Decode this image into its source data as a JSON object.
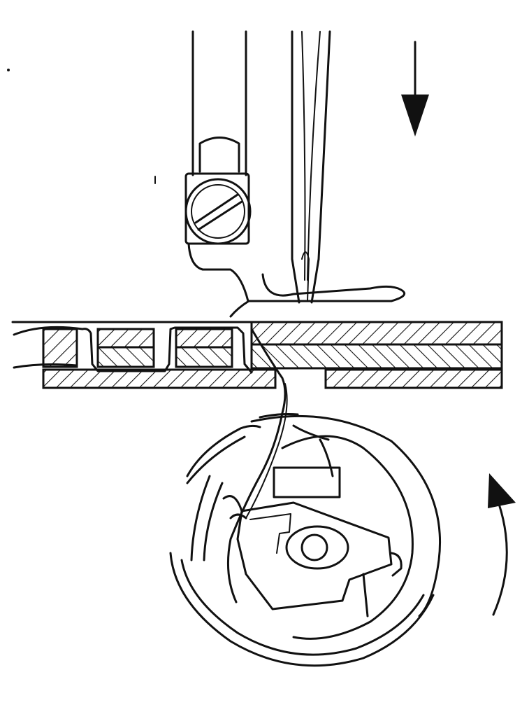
{
  "figure": {
    "background": "#ffffff",
    "ink_color": "#111111",
    "motion_arrows": [
      {
        "name": "needle-down-arrow",
        "direction": "down"
      },
      {
        "name": "hook-rotation-arrow",
        "direction": "counterclockwise-up"
      }
    ],
    "icons": [
      "presser-foot-icon",
      "screw-icon",
      "needle-icon",
      "fabric-layers-icon",
      "thread-icon",
      "rotary-hook-icon",
      "bobbin-case-icon"
    ]
  }
}
